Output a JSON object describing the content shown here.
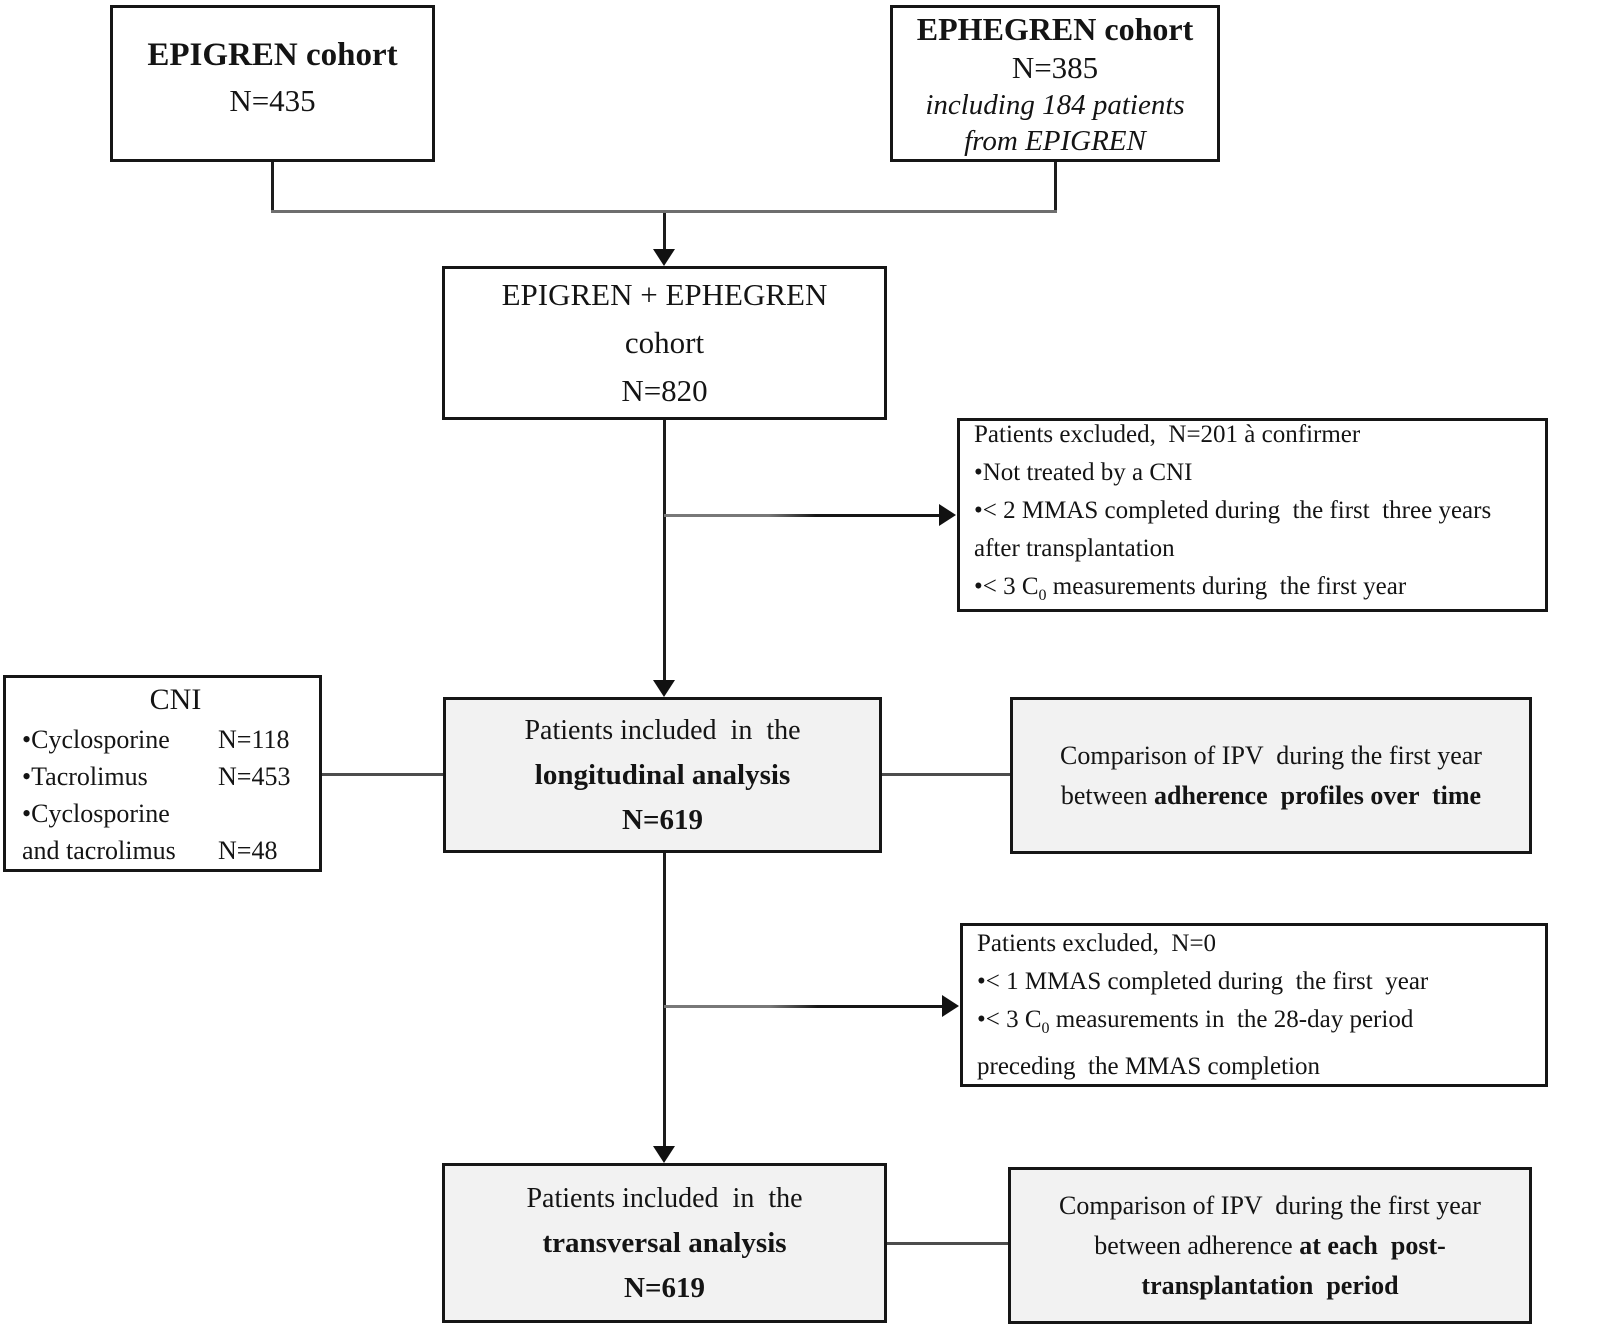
{
  "figure": {
    "type": "patient-flow-diagram",
    "colors": {
      "box_fill_grey": "#f2f2f2",
      "box_border": "#161616",
      "connector_dark": "#1c1c1c",
      "connector_grey": "#6e6e6e"
    }
  },
  "boxes": {
    "epigren": {
      "title": "EPIGREN cohort",
      "n": "N=435"
    },
    "ephegren": {
      "title": "EPHEGREN cohort",
      "n": "N=385",
      "note1": "including 184 patients",
      "note2": "from EPIGREN"
    },
    "combined": {
      "line1": "EPIGREN + EPHEGREN",
      "line2": "cohort",
      "n": "N=820"
    },
    "excluded1": {
      "line1": "Patients excluded,  N=201 à confirmer",
      "line2": "•Not treated by a CNI",
      "line3": "•< 2 MMAS completed during  the first  three years",
      "line4": "after transplantation",
      "line5_prefix": "•< 3 C",
      "line5_sub": "0",
      "line5_suffix": " measurements during  the first year"
    },
    "cni": {
      "title": "CNI",
      "rows": [
        {
          "name": "•Cyclosporine",
          "value": "N=118"
        },
        {
          "name": "•Tacrolimus",
          "value": "N=453"
        },
        {
          "name": "•Cyclosporine",
          "value": ""
        },
        {
          "name": "and tacrolimus",
          "value": "N=48"
        }
      ]
    },
    "longitudinal": {
      "line1": "Patients included  in  the",
      "line2": "longitudinal analysis",
      "n": "N=619"
    },
    "comparison1": {
      "line1": "Comparison of IPV  during the first year",
      "line2_regular": "between ",
      "line2_bold": "adherence  profiles over  time"
    },
    "excluded2": {
      "line1": "Patients excluded,  N=0",
      "line2": "•< 1 MMAS completed during  the first  year",
      "line3_prefix": "•< 3 C",
      "line3_sub": "0",
      "line3_suffix": " measurements in  the 28-day period",
      "line4": "preceding  the MMAS completion"
    },
    "transversal": {
      "line1": "Patients included  in  the",
      "line2": "transversal analysis",
      "n": "N=619"
    },
    "comparison2": {
      "line1": "Comparison of IPV  during the first year",
      "line2_regular": "between adherence ",
      "line2_bold": "at each  post-",
      "line3_bold": "transplantation  period"
    }
  }
}
